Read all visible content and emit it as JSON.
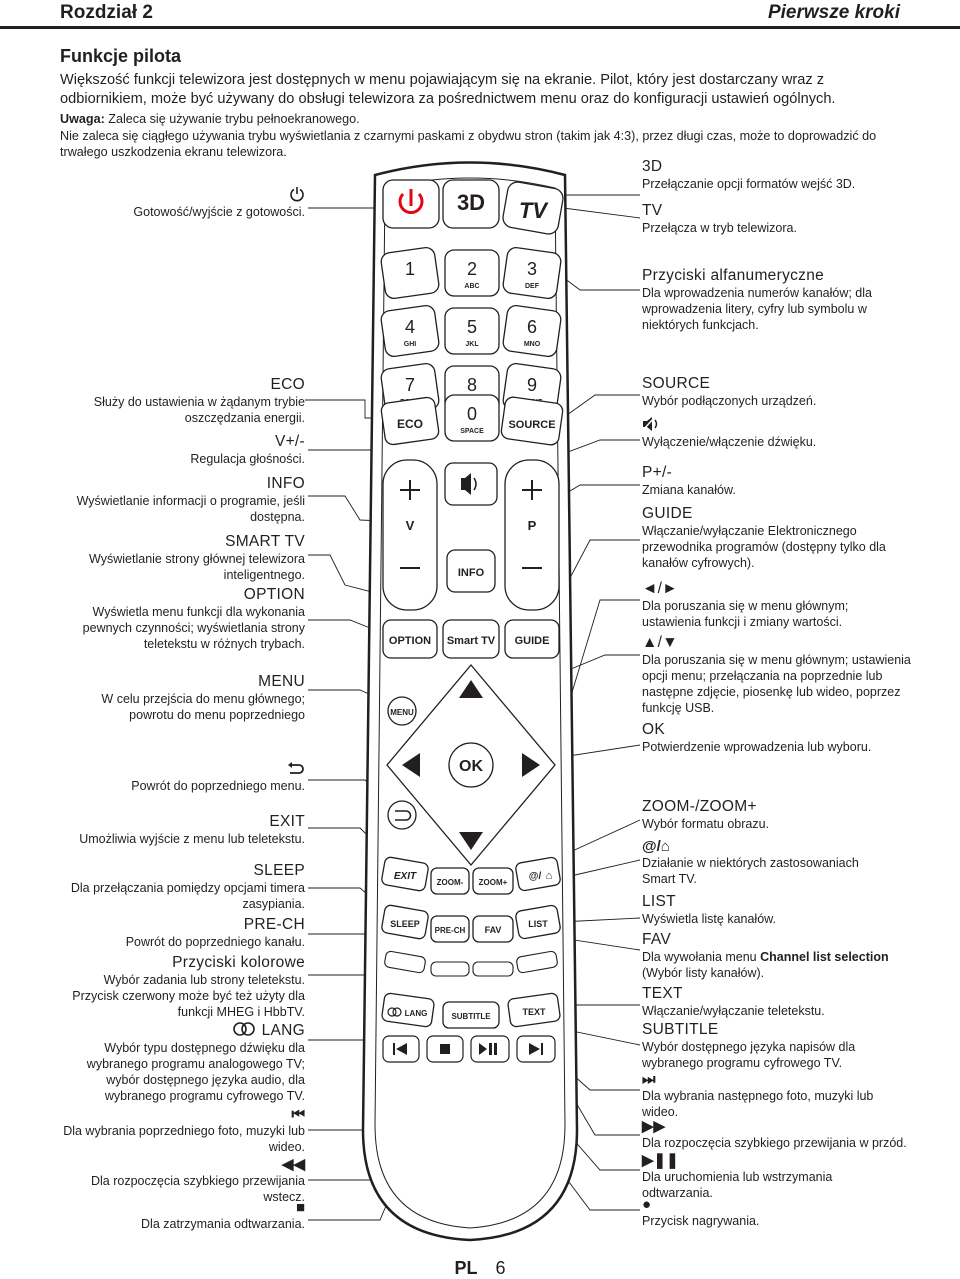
{
  "header": {
    "chapter": "Rozdział 2",
    "section": "Pierwsze kroki"
  },
  "title": "Funkcje pilota",
  "intro": "Większość funkcji telewizora jest dostępnych w menu pojawiającym się na ekranie. Pilot, który jest dostarczany wraz z odbiornikiem, może być używany do obsługi telewizora za pośrednictwem menu oraz do konfiguracji ustawień ogólnych.",
  "note1": {
    "label": "Uwaga:",
    "text": " Zaleca się używanie trybu pełnoekranowego."
  },
  "note2": "Nie zaleca się ciągłego używania trybu wyświetlania z czarnymi paskami z obydwu stron (takim jak 4:3), przez długi czas, może to doprowadzić do trwałego uszkodzenia ekranu telewizora.",
  "left": {
    "standby": "Gotowość/wyjście z gotowości.",
    "eco_h": "ECO",
    "eco_t": "Służy do ustawienia w żądanym trybie oszczędzania energii.",
    "vol_h": "V+/-",
    "vol_t": "Regulacja głośności.",
    "info_h": "INFO",
    "info_t": "Wyświetlanie informacji o programie, jeśli dostępna.",
    "smart_h": "SMART TV",
    "smart_t": "Wyświetlanie strony głównej telewizora inteligentnego.",
    "option_h": "OPTION",
    "option_t": "Wyświetla menu funkcji dla wykonania pewnych czynności; wyświetlania strony teletekstu w różnych trybach.",
    "menu_h": "MENU",
    "menu_t": "W celu przejścia do menu głównego; powrotu do menu poprzedniego",
    "back_t": "Powrót do poprzedniego menu.",
    "exit_h": "EXIT",
    "exit_t": "Umożliwia wyjście z menu lub teletekstu.",
    "sleep_h": "SLEEP",
    "sleep_t": "Dla przełączania pomiędzy opcjami timera zasypiania.",
    "prech_h": "PRE-CH",
    "prech_t": "Powrót do poprzedniego kanału.",
    "color_h": "Przyciski kolorowe",
    "color_t": "Wybór zadania lub strony teletekstu. Przycisk czerwony może być też użyty dla funkcji MHEG i HbbTV.",
    "lang_h": "LANG",
    "lang_t": "Wybór typu dostępnego dźwięku dla wybranego programu analogowego TV; wybór dostępnego języka audio, dla wybranego programu cyfrowego TV.",
    "prev_t": "Dla wybrania poprzedniego foto, muzyki lub wideo.",
    "rew_t": "Dla rozpoczęcia szybkiego przewijania wstecz.",
    "stop_t": "Dla zatrzymania odtwarzania."
  },
  "right": {
    "3d_h": "3D",
    "3d_t": "Przełączanie opcji formatów wejść 3D.",
    "tv_h": "TV",
    "tv_t": "Przełącza w tryb telewizora.",
    "alnum_h": "Przyciski alfanumeryczne",
    "alnum_t": "Dla wprowadzenia numerów kanałów; dla wprowadzenia litery, cyfry lub symbolu w niektórych funkcjach.",
    "source_h": "SOURCE",
    "source_t": "Wybór podłączonych urządzeń.",
    "mute_t": "Wyłączenie/włączenie dźwięku.",
    "prog_h": "P+/-",
    "prog_t": "Zmiana kanałów.",
    "guide_h": "GUIDE",
    "guide_t": "Włączanie/wyłączanie Elektronicznego przewodnika programów (dostępny tylko dla kanałów cyfrowych).",
    "lr_h": "◄/►",
    "lr_t": "Dla poruszania się w menu głównym; ustawienia funkcji i zmiany wartości.",
    "ud_h": "▲/▼",
    "ud_t": "Dla poruszania się w menu głównym; ustawienia opcji menu; przełączania na poprzednie lub następne zdjęcie, piosenkę lub wideo, poprzez funkcję USB.",
    "ok_h": "OK",
    "ok_t": "Potwierdzenie wprowadzenia lub wyboru.",
    "zoom_h": "ZOOM-/ZOOM+",
    "zoom_t": "Wybór formatu obrazu.",
    "at_h": "@/",
    "at_t": "Działanie w niektórych zastosowaniach Smart TV.",
    "list_h": "LIST",
    "list_t": "Wyświetla listę kanałów.",
    "fav_h": "FAV",
    "fav_t1": "Dla wywołania menu ",
    "fav_b": "Channel list selection",
    "fav_t2": " (Wybór listy kanałów).",
    "text_h": "TEXT",
    "text_t": "Włączanie/wyłączanie teletekstu.",
    "subtitle_h": "SUBTITLE",
    "subtitle_t": "Wybór dostępnego języka napisów dla wybranego programu cyfrowego TV.",
    "next_t": "Dla wybrania następnego foto, muzyki lub wideo.",
    "ff_t": "Dla rozpoczęcia szybkiego przewijania w przód.",
    "play_t": "Dla uruchomienia lub wstrzymania odtwarzania.",
    "rec_t": "Przycisk nagrywania."
  },
  "remote": {
    "btn_3d": "3D",
    "btn_tv": "TV",
    "keys": [
      "1",
      "2",
      "3",
      "4",
      "5",
      "6",
      "7",
      "8",
      "9",
      "0"
    ],
    "sub": [
      "",
      "ABC",
      "DEF",
      "GHI",
      "JKL",
      "MNO",
      "PQRS",
      "TUV",
      "WXYZ",
      "SPACE"
    ],
    "eco": "ECO",
    "source": "SOURCE",
    "v": "V",
    "p": "P",
    "info": "INFO",
    "option": "OPTION",
    "smart": "Smart TV",
    "guide": "GUIDE",
    "menu": "MENU",
    "ok": "OK",
    "exit": "EXIT",
    "zoom_minus": "ZOOM-",
    "zoom_plus": "ZOOM+",
    "at": "@/",
    "sleep": "SLEEP",
    "prech": "PRE-CH",
    "fav": "FAV",
    "list": "LIST",
    "lang": "LANG",
    "subtitle": "SUBTITLE",
    "text": "TEXT"
  },
  "footer": {
    "lang": "PL",
    "page": "6"
  }
}
